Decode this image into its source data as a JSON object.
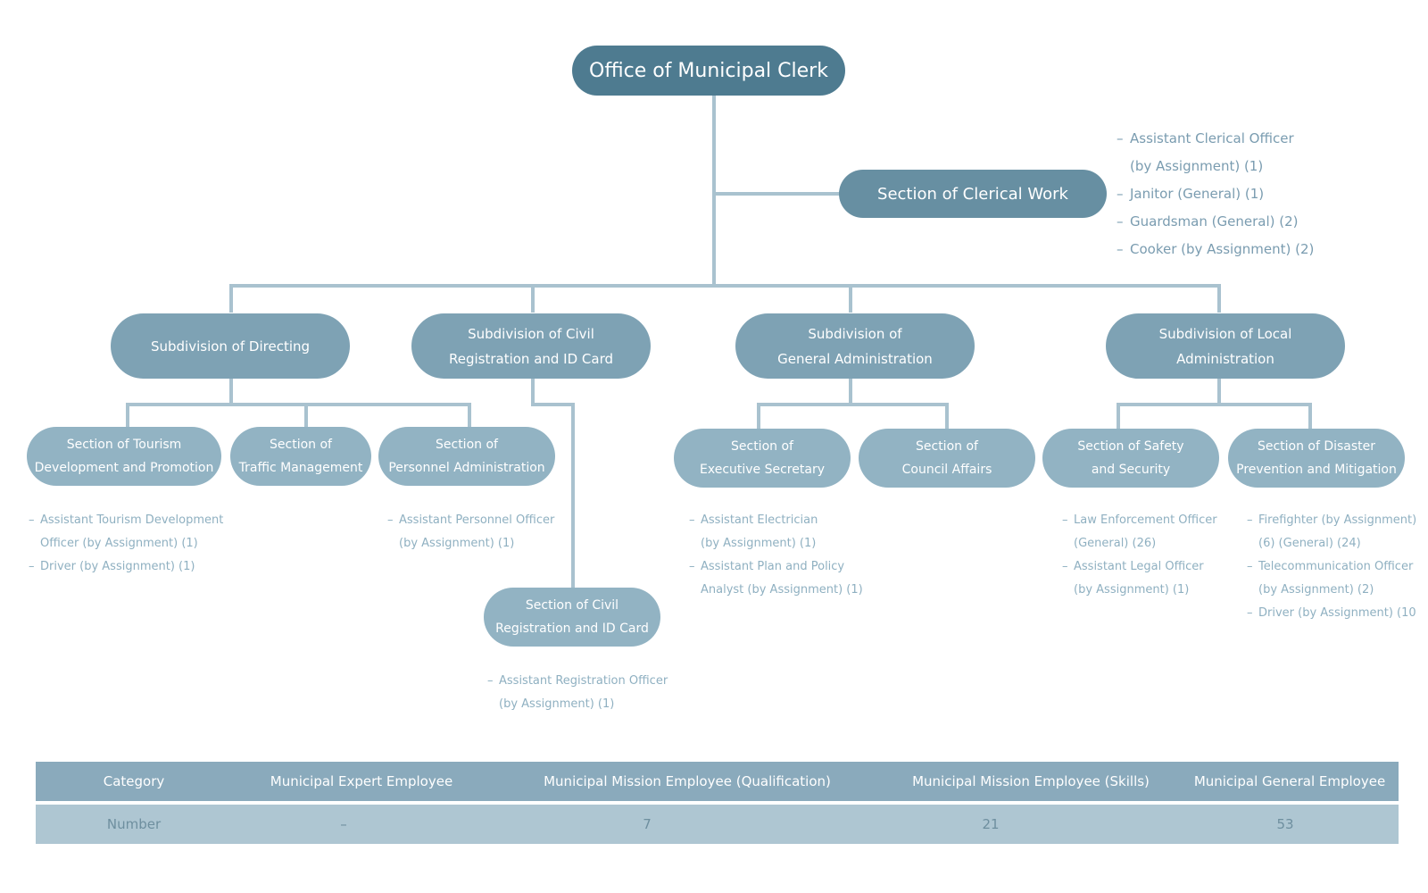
{
  "org_chart": {
    "root": "Office of Municipal Clerk",
    "clerical_section": {
      "title": "Section of Clerical Work",
      "staff": [
        "Assistant Clerical Officer",
        "(by Assignment) (1)",
        "Janitor (General) (1)",
        "Guardsman (General) (2)",
        "Cooker (by Assignment) (2)"
      ]
    },
    "subdivisions": [
      {
        "title": "Subdivision of Directing",
        "sections": [
          {
            "title": "Section of Tourism\nDevelopment and Promotion",
            "staff": [
              "Assistant Tourism Development\nOfficer (by Assignment) (1)",
              "Driver (by Assignment) (1)"
            ]
          },
          {
            "title": "Section of\nTraffic Management",
            "staff": []
          },
          {
            "title": "Section of\nPersonnel Administration",
            "staff": [
              "Assistant Personnel Officer\n(by Assignment) (1)"
            ]
          }
        ]
      },
      {
        "title": "Subdivision of Civil\nRegistration and ID Card",
        "sections": [
          {
            "title": "Section of Civil\nRegistration and ID Card",
            "staff": [
              "Assistant Registration Officer\n(by Assignment) (1)"
            ]
          }
        ]
      },
      {
        "title": "Subdivision of\nGeneral Administration",
        "sections": [
          {
            "title": "Section of\nExecutive Secretary",
            "staff": [
              "Assistant Electrician\n(by Assignment) (1)",
              "Assistant Plan and Policy\nAnalyst (by Assignment) (1)"
            ]
          },
          {
            "title": "Section of\nCouncil Affairs",
            "staff": []
          }
        ]
      },
      {
        "title": "Subdivision of Local\nAdministration",
        "sections": [
          {
            "title": "Section of Safety\nand Security",
            "staff": [
              "Law Enforcement Officer\n(General) (26)",
              "Assistant Legal Officer\n(by Assignment) (1)"
            ]
          },
          {
            "title": "Section of Disaster\nPrevention and Mitigation",
            "staff": [
              "Firefighter (by Assignment)\n(6) (General) (24)",
              "Telecommunication Officer\n(by Assignment) (2)",
              "Driver (by Assignment) (10"
            ]
          }
        ]
      }
    ]
  },
  "summary_table": {
    "headers": [
      "Category",
      "Municipal Expert Employee",
      "Municipal Mission Employee (Qualification)",
      "Municipal Mission Employee (Skills)",
      "Municipal General Employee"
    ],
    "row": [
      "Number",
      "–",
      "7",
      "21",
      "53"
    ]
  },
  "colors": {
    "connector": "#a9c2cf",
    "root_fill": "#4e7b90",
    "subdivision_fill": "#7ea2b4",
    "section_fill": "#92b3c3",
    "staff_text": "#8fb0c1"
  }
}
